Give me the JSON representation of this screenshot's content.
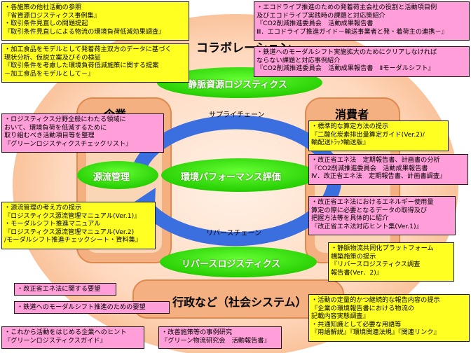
{
  "title": "コラボレーション",
  "ellipses": {
    "top": "静脈資源ロジスティクス",
    "center": "環境パフォーマンス評価",
    "left": "源流管理",
    "bottom": "リバースロジスティクス"
  },
  "actors": {
    "company": "企業",
    "consumer": "消費者",
    "government": "行政など（社会システム）"
  },
  "chains": {
    "supply": "サプライチェーン",
    "reverse": "リバースチェーン"
  },
  "boxes": {
    "tl": [
      "・各施策の他社活動の参照",
      "『省資源ロジスティクス事例集』",
      "・取引条件見直しの問題提起",
      "『取引条件見直しによる物流の環境負荷低減効果調査』"
    ],
    "tl2": [
      "・加工食品をモデルとして発着荷主双方のデータに基づく",
      "現状分析、仮説立案及びその検証",
      "『取引条件を考慮した環境負荷低減施策に関する提案",
      "－加工食品をモデルとして－』"
    ],
    "tr": [
      "・エコドライブ推進のための発着荷主会社の役割と活動項目例",
      "及びエコドライブ実践時の課題と対応策紹介",
      "『CO2削減推進委員会　活動成果報告書",
      "Ⅲ．エコドライブ推進ガイド－輸送事業者と発・着荷主の連携－』"
    ],
    "tr2": [
      "・鉄道へのモーダルシフト実施拡大のためにクリアしなければ",
      "ならない課題と対応事例紹介",
      "『CO2削減推進委員会　活動成果報告書　Ⅱモーダルシフト』"
    ],
    "lm": [
      "・ロジスティクス分野全般にわたる領域に",
      "おいて、環境負荷を低減するために",
      "取り組むべき活動項目等を整理",
      "『グリーンロジスティクスチェックリスト』"
    ],
    "rm1": [
      "・標準的な算定方法の提示",
      "『二酸化炭素排出量算定ガイド(Ver.2)/",
      "輸配送ﾄﾗｯｸ輸送版』"
    ],
    "rm2": [
      "・改正省エネ法　定期報告書、計画書の分析",
      "『CO2削減推進委員会　活動成果報告書",
      "Ⅳ．改正省エネ法　定期報告書、計画書調査』"
    ],
    "rm3": [
      "・改正省エネ法におけるエネルギー使用量",
      "算定の際に必要となるデータの取得及び",
      "把握方法等を具体的に紹介",
      "『改正省エネ法対応ヒント集(Ver.1)』"
    ],
    "lb": [
      "・源流管理の考え方の提示",
      "『ロジスティクス源流管理マニュアル(Ver.1)』",
      "・モーダルシフト推進マニュアル",
      "『ロジスティクス源流管理マニュアル(Ver.2)",
      "/モーダルシフト推進チェックシート・資料集』"
    ],
    "rb": [
      "・静脈物流共同化プラットフォーム",
      "構築施策の提示",
      "『リバースロジスティクス調査",
      "報告書(Ver．2)』"
    ],
    "p1": [
      "・改正省エネ法に関する要望"
    ],
    "p2": [
      "・鉄道へのモーダルシフト推進のための要望"
    ],
    "bl": [
      "・これから活動をはじめる企業へのヒント",
      "『グリーンロジスティクスガイド』"
    ],
    "bm": [
      "・改善施策等の事例研究",
      "『グリーン物流研究会　活動報告書』"
    ],
    "br": [
      "・活動の定量的かつ継続的な報告内容の提示",
      "『企業の環境報告書における物流の",
      "記載内容実態調査』",
      "・共通知識として必要な用語等",
      "『用語解説』『環境関連法規』『関連リンク』"
    ]
  },
  "colors": {
    "pink": "#ff9ed8",
    "yellow": "#ffff22",
    "green": "#33dd00",
    "orange": "#f4b080",
    "blue_arrow": "#3b6fe0",
    "peach_bg": "#ffd9bf"
  }
}
